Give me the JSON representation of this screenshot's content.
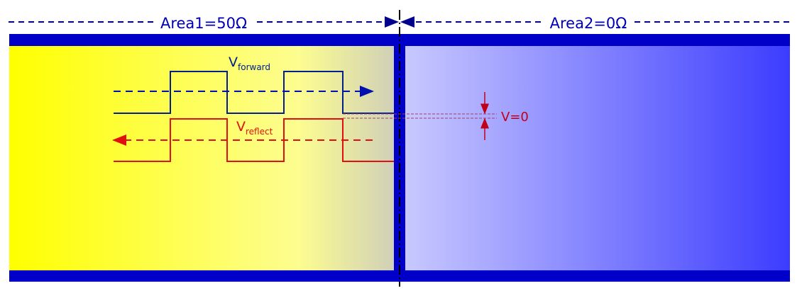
{
  "labels": {
    "area1": "Area1=50Ω",
    "area2": "Area2=0Ω",
    "v_forward_main": "V",
    "v_forward_sub": "forward",
    "v_reflect_main": "V",
    "v_reflect_sub": "reflect",
    "v_zero": "V=0"
  },
  "colors": {
    "conductor": "#0000c8",
    "area1_gradient": [
      "#ffff00",
      "#fdfd90",
      "#d4d4b0"
    ],
    "area2_gradient": [
      "#c8c8ff",
      "#3c3cff"
    ],
    "forward_wave": "#00208c",
    "reflect_wave": "#e01010",
    "annotation": "#c00018",
    "dimension_line": "#00008c"
  }
}
